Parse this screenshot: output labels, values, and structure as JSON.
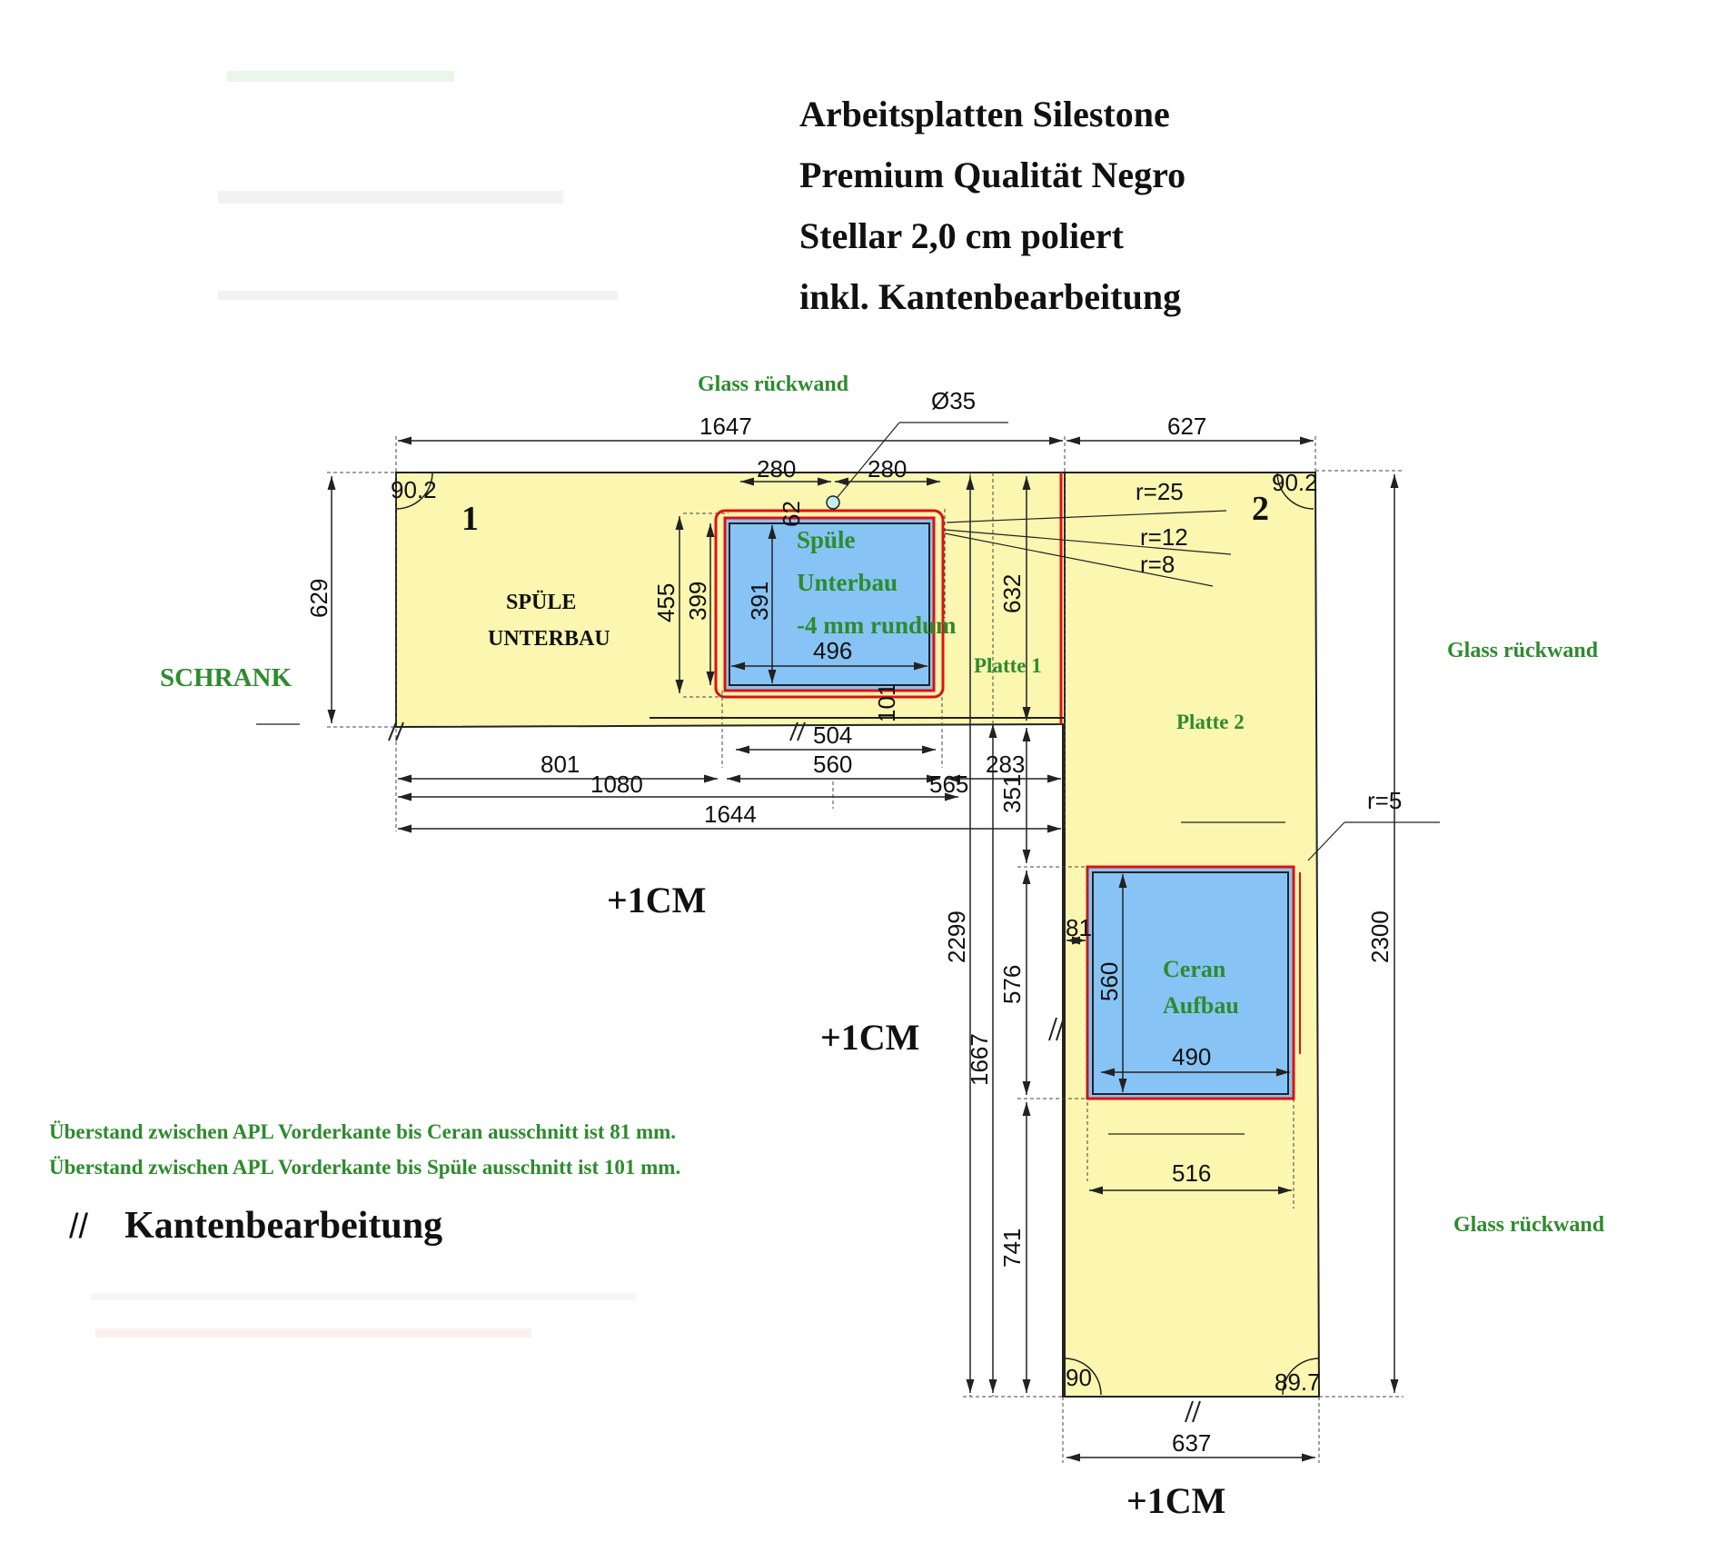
{
  "title": {
    "lines": [
      "Arbeitsplatten Silestone",
      "Premium Qualität Negro",
      "Stellar 2,0 cm poliert",
      "inkl. Kantenbearbeitung"
    ]
  },
  "labels": {
    "glass_top": "Glass rückwand",
    "glass_right_upper": "Glass rückwand",
    "glass_right_lower": "Glass rückwand",
    "schrank": "SCHRANK",
    "plate1_number": "1",
    "plate2_number": "2",
    "spuele_unterbau_line1": "SPÜLE",
    "spuele_unterbau_line2": "UNTERBAU",
    "sink_line1": "Spüle",
    "sink_line2": "Unterbau",
    "sink_line3": "-4 mm rundum",
    "platte1": "Platte 1",
    "platte2": "Platte 2",
    "ceran_line1": "Ceran",
    "ceran_line2": "Aufbau",
    "plus_1cm_left": "+1CM",
    "plus_1cm_middle": "+1CM",
    "plus_1cm_bottom": "+1CM",
    "edge_mark": "//"
  },
  "dimensions": {
    "hole": "Ø35",
    "top_1647": "1647",
    "top_627": "627",
    "sink_offset_left": "280",
    "sink_offset_right": "280",
    "angle_tl": "90.2",
    "angle_tr": "90.2",
    "angle_bl": "90",
    "angle_br": "89.7",
    "r25": "r=25",
    "r12": "r=12",
    "r8": "r=8",
    "r5": "r=5",
    "depth_629": "629",
    "h_455": "455",
    "h_399": "399",
    "h_391": "391",
    "h_62": "62",
    "h_632": "632",
    "w_496": "496",
    "h_101": "101",
    "w_504": "504",
    "w_801": "801",
    "w_1080": "1080",
    "w_560": "560",
    "w_283": "283",
    "w_565": "565",
    "w_1644": "1644",
    "h_351": "351",
    "h_2299": "2299",
    "h_1667": "1667",
    "h_576": "576",
    "h_81": "81",
    "h_560": "560",
    "w_490": "490",
    "w_516": "516",
    "h_741": "741",
    "h_2300": "2300",
    "w_637": "637"
  },
  "notes": [
    "Überstand zwischen APL Vorderkante bis Ceran ausschnitt ist 81 mm.",
    "Überstand zwischen APL Vorderkante bis Spüle ausschnitt ist 101 mm."
  ],
  "legend": {
    "symbol": "//",
    "text": "Kantenbearbeitung"
  },
  "colors": {
    "worktop": "#fbf6b0",
    "cutout": "#87c4f5",
    "outline_red": "#e01010",
    "label_green": "#2e8b2e",
    "line": "#222222"
  }
}
